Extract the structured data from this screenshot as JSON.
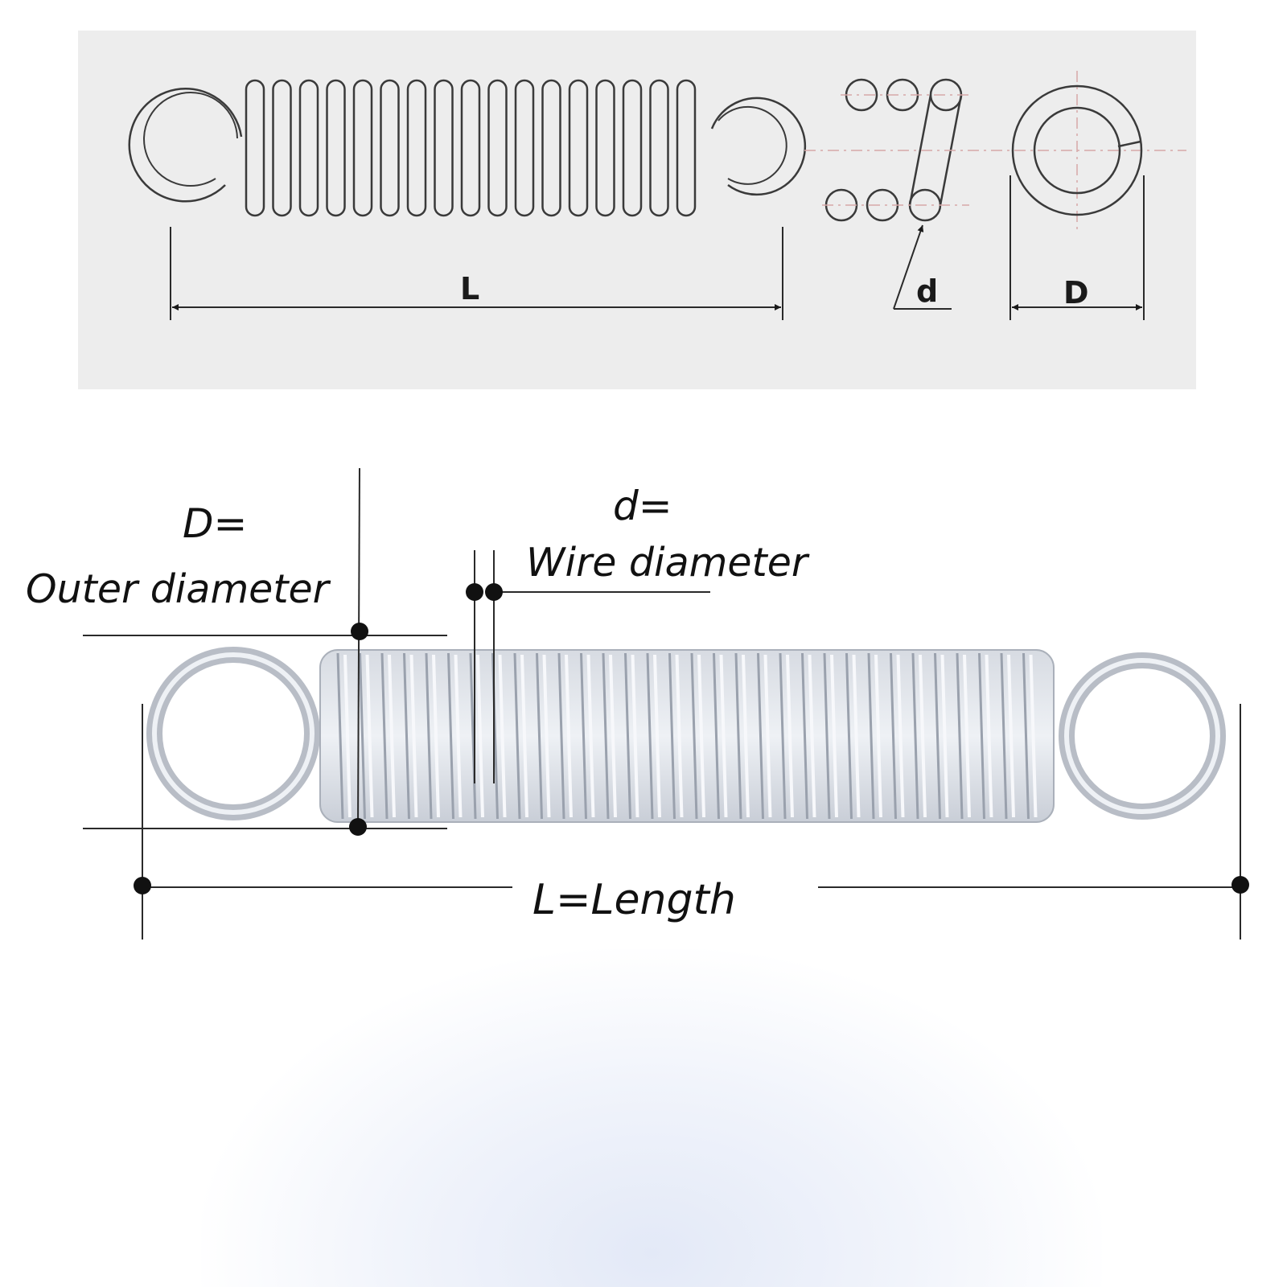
{
  "schematic": {
    "length_symbol": "L",
    "wire_symbol": "d",
    "diameter_symbol": "D"
  },
  "photo_annotations": {
    "outer_diameter_symbol": "D=",
    "outer_diameter_label": "Outer diameter",
    "wire_diameter_symbol": "d=",
    "wire_diameter_label": "Wire diameter",
    "length_label": "L=Length"
  },
  "colors": {
    "panel_background": "#ededed",
    "line": "#2a2a2a",
    "spring_steel": "#b8bdc6"
  }
}
